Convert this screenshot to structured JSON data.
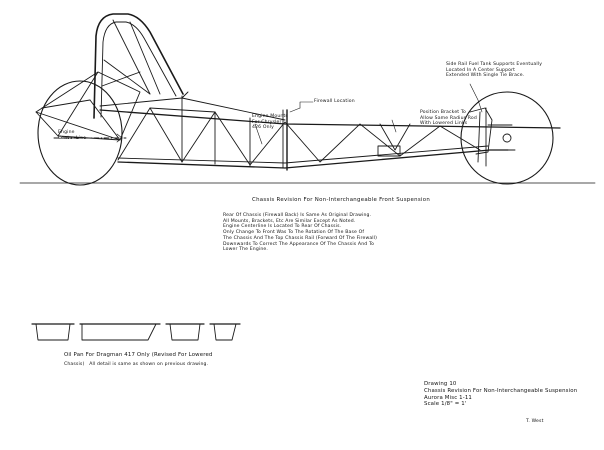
{
  "drawing": {
    "chassis_title": "Chassis Revision For Non-Interchangeable Front Suspension",
    "notes": [
      "Rear Of Chassis (Firewall Back) Is Same As Original Drawing.",
      "All Mounts, Brackets, Etc Are Similar Except As Noted.",
      "Engine Centerline Is Located To Rear Of Chassis.",
      "Only Change To Front Was To The Rotation Of The Base Of",
      "The Chassis And The Top Chassis Rail (Forward Of The Firewall)",
      "Downwards To Correct The Appearance Of The Chassis And To",
      "Lower The Engine."
    ],
    "labels": {
      "firewall": "Firewall Location",
      "engine_mounts": [
        "Engine Mounts",
        "For Chrysler",
        "426 Only"
      ],
      "side_rail": [
        "Side Rail Fuel Tank Supports Eventually",
        "Located In A Center Support",
        "Extended With Single Tie Brace."
      ],
      "position_bracket": [
        "Position Bracket To",
        "Allow Same Radius Rod",
        "With Lowered Links"
      ],
      "engine_cl": [
        "Engine",
        "Center Line"
      ]
    },
    "oil_pan_caption": "Oil Pan For Dragman 417 Only (Revised For Lowered",
    "oil_pan_caption2": "Chassis)",
    "oil_pan_note": "All detail is same as shown on previous drawing.",
    "title_block": {
      "number": "Drawing 10",
      "description": "Chassis Revision For Non-Interchangeable Suspension",
      "author_line": "Aurora   Misc 1-11",
      "scale": "Scale  1/8\" = 1'",
      "signature": "T. West"
    }
  }
}
